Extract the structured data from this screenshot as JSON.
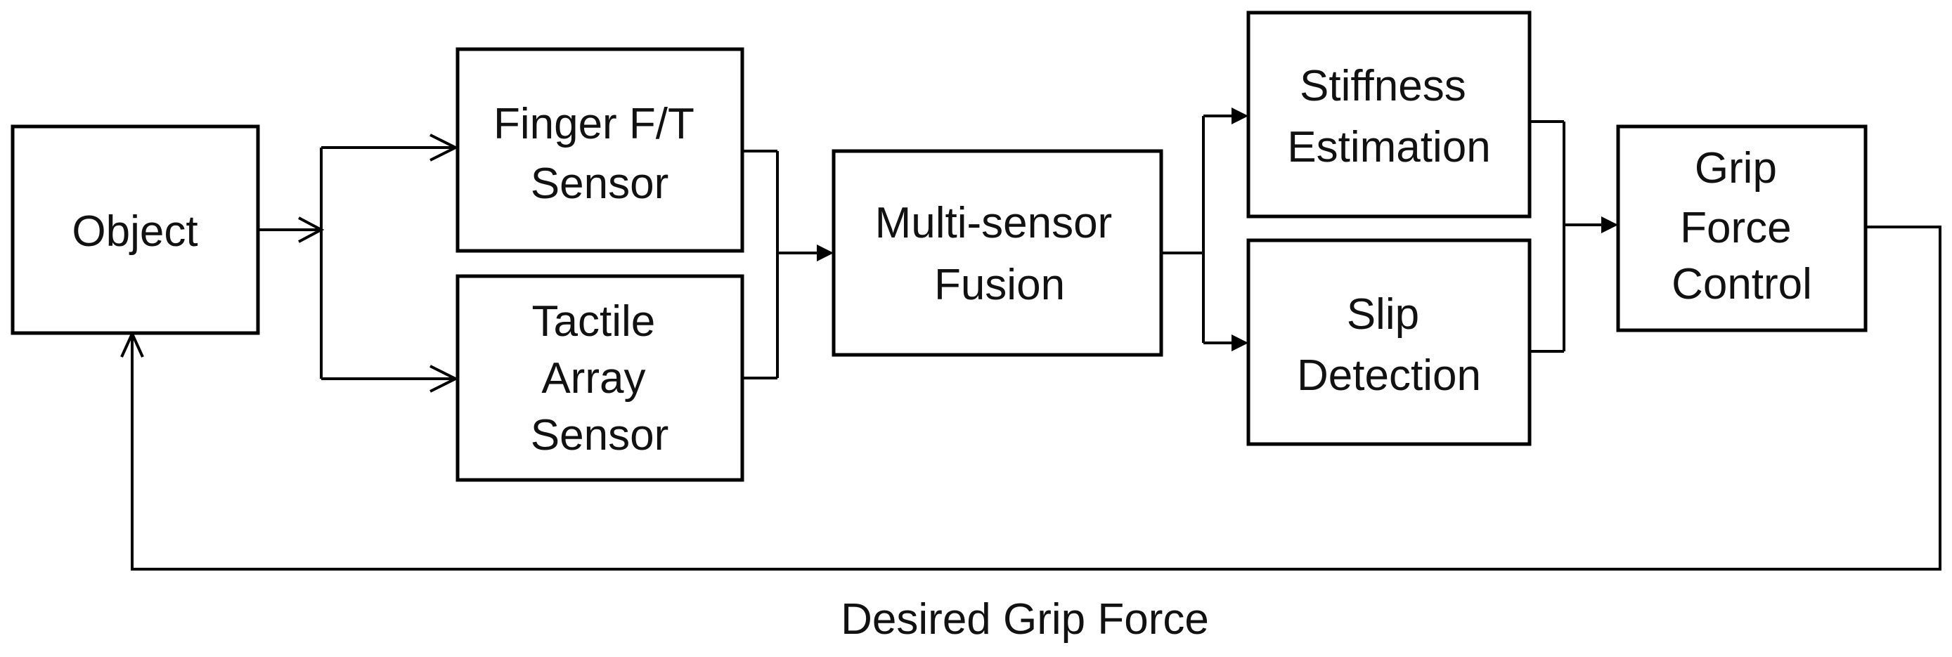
{
  "blocks": {
    "object": [
      "Object"
    ],
    "finger_ft": [
      "Finger F/T",
      "Sensor"
    ],
    "tactile": [
      "Tactile",
      "Array",
      "Sensor"
    ],
    "fusion": [
      "Multi-sensor",
      "Fusion"
    ],
    "stiffness": [
      "Stiffness",
      "Estimation"
    ],
    "slip": [
      "Slip",
      "Detection"
    ],
    "grip": [
      "Grip",
      "Force",
      "Control"
    ]
  },
  "feedback_label": "Desired Grip Force",
  "colors": {
    "stroke": "#000000",
    "text": "#111111",
    "background": "#ffffff"
  }
}
